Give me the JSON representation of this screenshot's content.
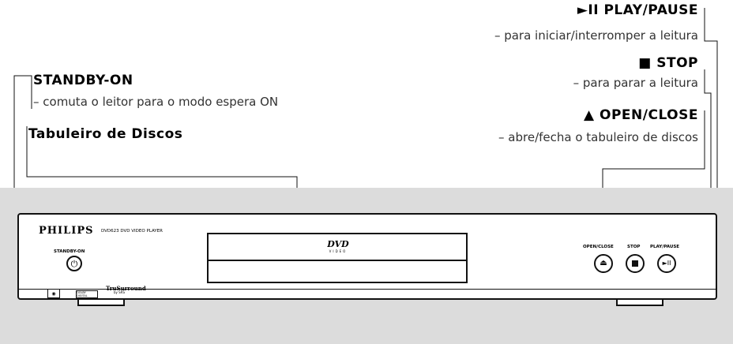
{
  "callouts": {
    "play_pause": {
      "label": "►II  PLAY/PAUSE",
      "desc": "– para iniciar/interromper a leitura"
    },
    "stop": {
      "label": "■  STOP",
      "desc": "– para parar a leitura"
    },
    "open_close": {
      "label": "▲  OPEN/CLOSE",
      "desc": "– abre/fecha o tabuleiro de discos"
    },
    "standby": {
      "label": "STANDBY-ON",
      "desc": "– comuta o leitor para o modo espera ON"
    },
    "tray": {
      "label": "Tabuleiro de Discos"
    }
  },
  "player": {
    "brand": "PHILIPS",
    "model": "DVD623 DVD VIDEO PLAYER",
    "standby_label": "STANDBY-ON",
    "open_close_label": "OPEN/CLOSE",
    "stop_label": "STOP",
    "play_pause_label": "PLAY/PAUSE",
    "dvd_logo": "DVD",
    "dvd_logo_sub": "VIDEO",
    "trusurround_logo": "TruSurround",
    "trusurround_sub": "by SRS",
    "dolby_logo": "DOLBY DIGITAL",
    "icons": {
      "standby": "power-icon",
      "open_close": "eject-icon",
      "stop": "stop-icon",
      "play_pause": "play-pause-icon",
      "cd_logo": "compact-disc-logo-icon"
    }
  }
}
